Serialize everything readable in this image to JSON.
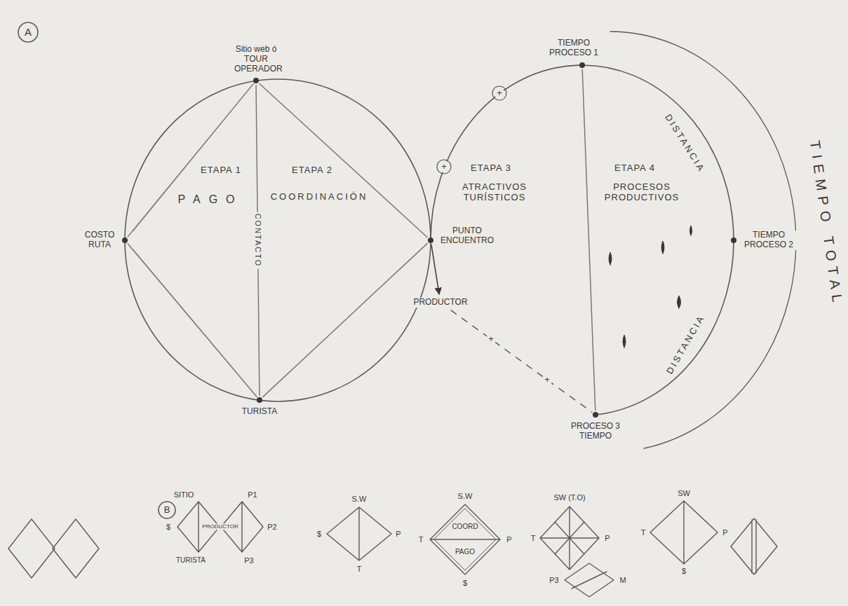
{
  "diagram": {
    "nodes": [
      {
        "text": [
          "Sitio web ó TOUR OPERADOR"
        ]
      },
      {
        "text": [
          "COSTO RUTA"
        ]
      },
      {
        "text": [
          "TURISTA"
        ]
      },
      {
        "text": [
          "PUNTO ENCUENTRO"
        ]
      },
      {
        "text": [
          "PRODUCTOR"
        ]
      },
      {
        "text": [
          "TIEMPO PROCESO 1"
        ]
      },
      {
        "text": [
          "TIEMPO PROCESO 2"
        ]
      },
      {
        "text": [
          "PROCESO 3 TIEMPO"
        ]
      }
    ],
    "edges": [
      {
        "from": 0,
        "to": 1,
        "arrow": "none"
      },
      {
        "from": 0,
        "to": 2,
        "label": "CONTACTO",
        "arrow": "none"
      },
      {
        "from": 0,
        "to": 3,
        "arrow": "none"
      },
      {
        "from": 1,
        "to": 2,
        "arrow": "none"
      },
      {
        "from": 2,
        "to": 3,
        "arrow": "none"
      },
      {
        "from": 3,
        "to": 4,
        "arrow": "to"
      },
      {
        "from": 4,
        "to": 7,
        "arrow": "none"
      },
      {
        "from": 5,
        "to": 7,
        "arrow": "none"
      }
    ],
    "labels": [
      "A",
      "ETAPA 1",
      "PAGO",
      "ETAPA 2",
      "COORDINACIÓN",
      "+",
      "+",
      "ETAPA 3",
      "ATRACTIVOS TURÍSTICOS",
      "ETAPA 4",
      "PROCESOS PRODUCTIVOS",
      "DISTANCIA",
      "DISTANCIA",
      "TIEMPO TOTAL",
      "+",
      "+",
      "B",
      "SITIO",
      "P1",
      "$",
      "PRODUCTOR",
      "P2",
      "TURISTA",
      "P3",
      "S.W",
      "$",
      "P",
      "T",
      "S.W",
      "COORD",
      "PAGO",
      "T",
      "P",
      "$",
      "SW (T.O)",
      "T",
      "P",
      "P3",
      "M",
      "SW",
      "T",
      "P",
      "$"
    ]
  }
}
